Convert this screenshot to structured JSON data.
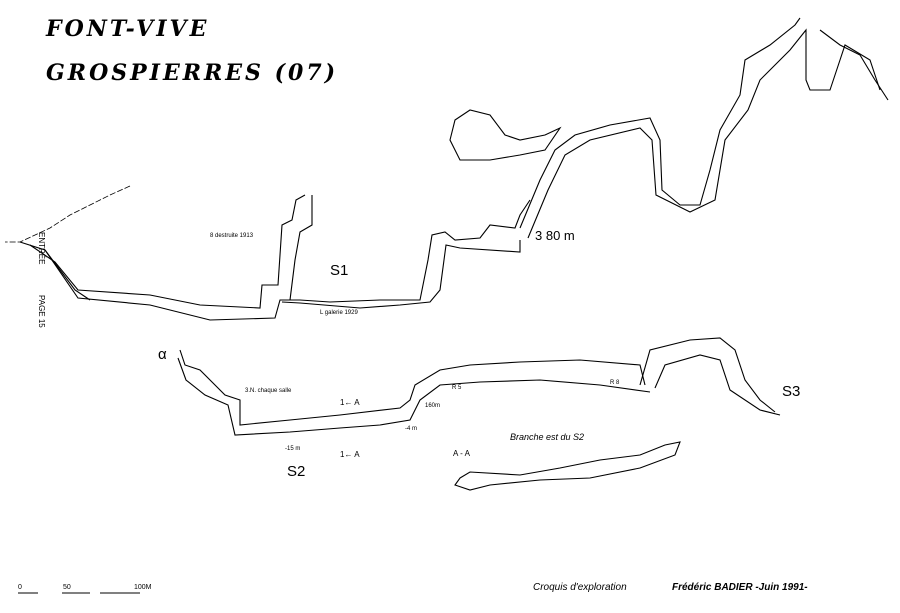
{
  "title": {
    "line1": "FONT-VIVE",
    "line2": "GROSPIERRES (07)"
  },
  "side_labels": {
    "entrance": "ENTRÉE",
    "page": "PAGE 15"
  },
  "sections": {
    "s1": "S1",
    "s2": "S2",
    "s3": "S3",
    "branch": "Branche est du S2"
  },
  "annotations": {
    "depth_380": "3 80 m",
    "s1_destroyed": "8 destruite 1913",
    "s1_gallery": "L galerie 1929",
    "s2_chamber": "3.N. chaque salle",
    "s2_15m": "-15 m",
    "s2_4m": "-4 m",
    "s2_160m": "160m",
    "s2_a1": "1← A",
    "s2_a2": "1← A",
    "s2_aa": "A - A",
    "alpha": "α",
    "r5": "R 5",
    "r8": "R 8"
  },
  "scale": {
    "zero": "0",
    "mid": "50",
    "end": "100M"
  },
  "credit": {
    "label": "Croquis d'exploration",
    "author": "Frédéric BADIER -Juin 1991-"
  }
}
